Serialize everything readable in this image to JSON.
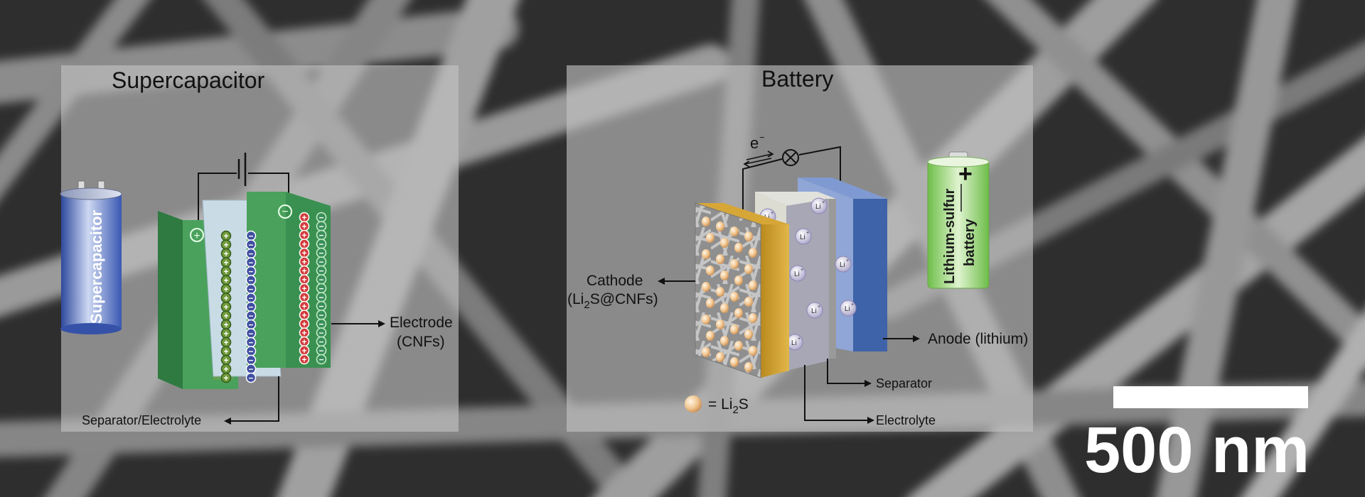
{
  "supercapacitor_panel": {
    "title": "Supercapacitor",
    "device_label": "Supercapacitor",
    "electrode_label_line1": "Electrode",
    "electrode_label_line2": "(CNFs)",
    "separator_label": "Separator/Electrolyte"
  },
  "battery_panel": {
    "title": "Battery",
    "electron_label": "e",
    "electron_superscript": "−",
    "device_label_line1": "Lithium-sulfur",
    "device_label_line2": "battery",
    "cathode_label_line1": "Cathode",
    "cathode_label_line2_a": "(Li",
    "cathode_label_line2_sub": "2",
    "cathode_label_line2_b": "S@CNFs)",
    "anode_label": "Anode (lithium)",
    "separator_label": "Separator",
    "electrolyte_label": "Electrolyte",
    "legend_a": "= Li",
    "legend_sub": "2",
    "legend_b": "S",
    "ion_label": "Li",
    "ion_superscript": "+"
  },
  "scale_bar": {
    "label": "500 nm"
  },
  "colors": {
    "electrode_green": "#3f9a55",
    "separator_blue": "#b9cfda",
    "cathode_gold": "#c99a2e",
    "anode_blue": "#3f63a8",
    "cap_blue": "#3f5fb8",
    "battery_green": "#8fcf6a"
  }
}
